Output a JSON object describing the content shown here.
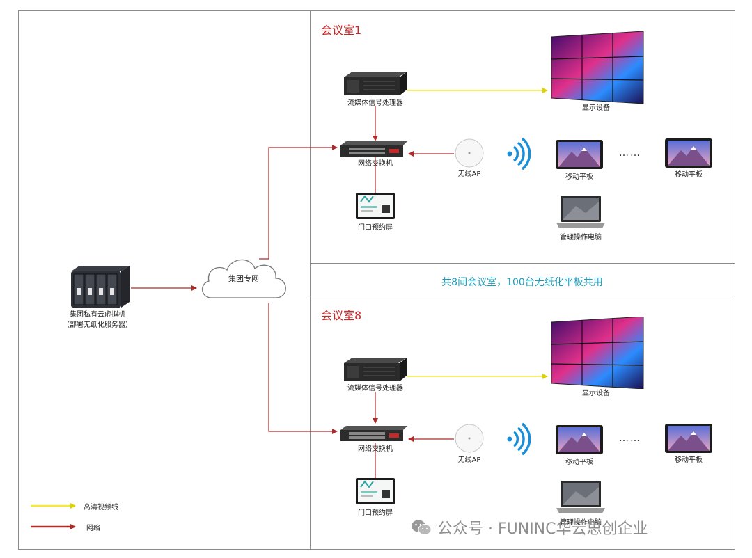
{
  "server": {
    "label": "集团私有云虚拟机",
    "sublabel": "（部署无纸化服务器）"
  },
  "cloud": {
    "label": "集团专网"
  },
  "summary": "共8间会议室，100台无纸化平板共用",
  "rooms": [
    {
      "title": "会议室1",
      "processor": "流媒体信号处理器",
      "display": "显示设备",
      "switch": "网络交换机",
      "ap": "无线AP",
      "tablet_a": "移动平板",
      "tablet_b": "移动平板",
      "door_screen": "门口预约屏",
      "laptop": "管理操作电脑",
      "ellipsis": "……"
    },
    {
      "title": "会议室8",
      "processor": "流媒体信号处理器",
      "display": "显示设备",
      "switch": "网络交换机",
      "ap": "无线AP",
      "tablet_a": "移动平板",
      "tablet_b": "移动平板",
      "door_screen": "门口预约屏",
      "laptop": "管理操作电脑",
      "ellipsis": "……"
    }
  ],
  "legend": {
    "video_line": "高清视频线",
    "network": "网络"
  },
  "watermark": "公众号 · FUNINC华云思创企业",
  "colors": {
    "network": "#b02a2a",
    "video": "#f2ea3a",
    "room_title": "#c62828",
    "summary": "#1e9cb7"
  }
}
